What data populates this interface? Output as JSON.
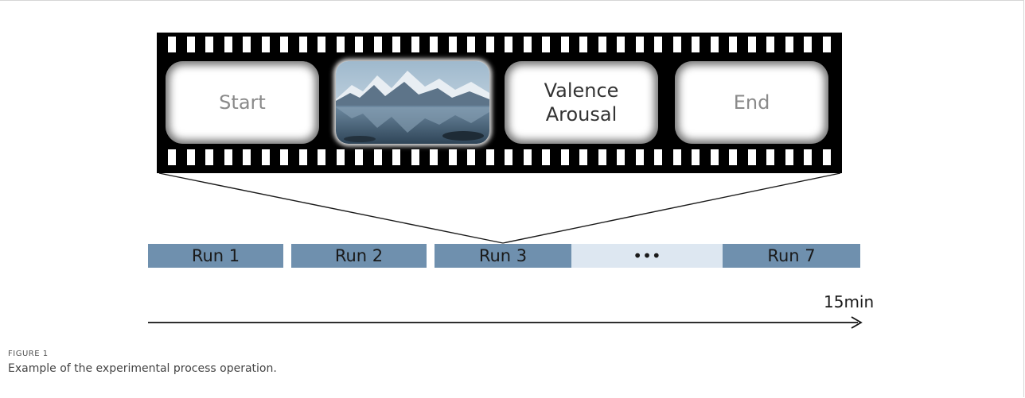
{
  "diagram": {
    "frames": [
      {
        "label_lines": [
          "Start"
        ],
        "kind": "text",
        "emphasis": false
      },
      {
        "label_lines": [],
        "kind": "image",
        "icon": "mountain-lake-photo"
      },
      {
        "label_lines": [
          "Valence",
          "Arousal"
        ],
        "kind": "text",
        "emphasis": true
      },
      {
        "label_lines": [
          "End"
        ],
        "kind": "text",
        "emphasis": false
      }
    ],
    "runs": [
      {
        "label": "Run 1",
        "kind": "run"
      },
      {
        "label": "Run 2",
        "kind": "run"
      },
      {
        "label": "Run 3",
        "kind": "run"
      },
      {
        "label": "•••",
        "kind": "ellipsis"
      },
      {
        "label": "Run 7",
        "kind": "run"
      }
    ],
    "time_label": "15min",
    "colors": {
      "run_fill": "#6f90ae",
      "ellipsis_fill": "#dde7f1",
      "film": "#000000"
    }
  },
  "figure": {
    "label": "FIGURE 1",
    "caption": "Example of the experimental process operation."
  }
}
